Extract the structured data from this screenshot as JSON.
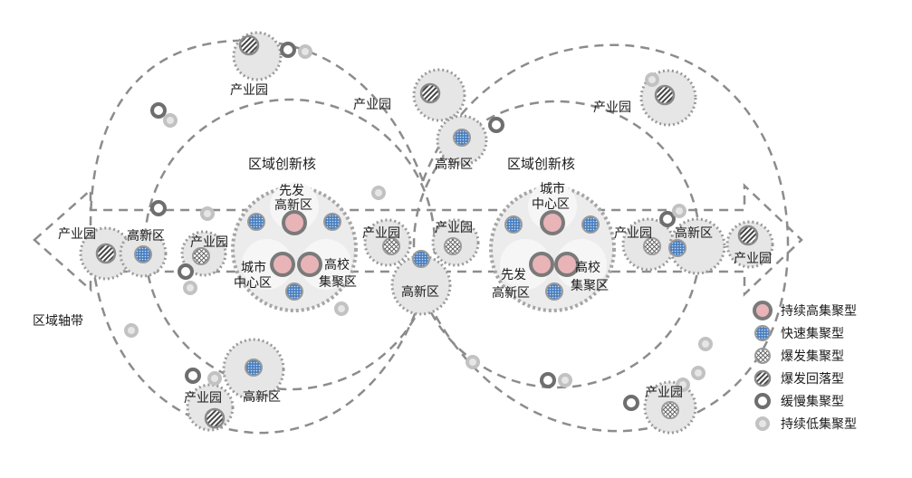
{
  "labels": {
    "industrial_park": "产业园",
    "high_tech_zone": "高新区",
    "regional_core": "区域创新核",
    "regional_axis": "区域轴带",
    "city_center_line1": "城市",
    "city_center_line2": "中心区",
    "pilot_line1": "先发",
    "pilot_line2": "高新区",
    "university_line1": "高校",
    "university_line2": "集聚区"
  },
  "legend": [
    {
      "key": "sustained_high",
      "label": "持续高集聚型",
      "icon": "sustained-high-icon"
    },
    {
      "key": "rapid",
      "label": "快速集聚型",
      "icon": "rapid-icon"
    },
    {
      "key": "burst",
      "label": "爆发集聚型",
      "icon": "burst-icon"
    },
    {
      "key": "burst_fall",
      "label": "爆发回落型",
      "icon": "burst-fall-icon"
    },
    {
      "key": "slow",
      "label": "缓慢集聚型",
      "icon": "slow-icon"
    },
    {
      "key": "sustained_low",
      "label": "持续低集聚型",
      "icon": "sustained-low-icon"
    }
  ],
  "colors": {
    "dash": "#8c8c8c",
    "zone_fill": "#e6e6e6",
    "core_fill": "#eeeeee",
    "high": "#e8b4b8",
    "rapid": "#5b8fc7"
  }
}
